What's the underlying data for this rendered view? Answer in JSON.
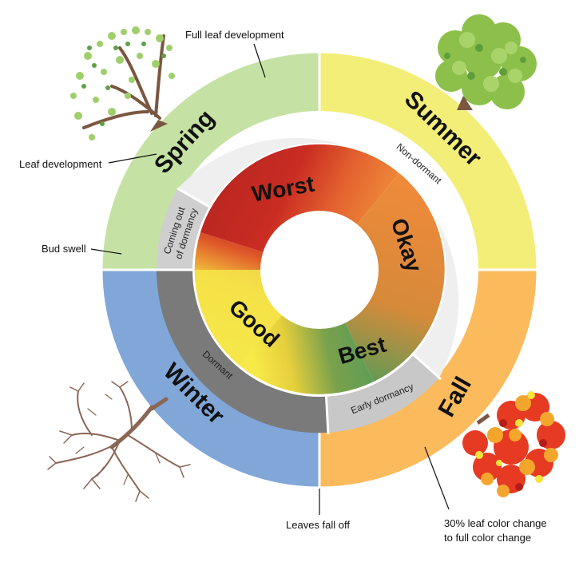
{
  "seasons": {
    "spring": "Spring",
    "summer": "Summer",
    "fall": "Fall",
    "winter": "Winter"
  },
  "dormancy_states": {
    "coming_out_line1": "Coming out",
    "coming_out_line2": "of dormancy",
    "non_dormant": "Non-dormant",
    "early_dormancy": "Early dormancy",
    "dormant": "Dormant"
  },
  "planting_quality": {
    "worst": "Worst",
    "okay": "Okay",
    "best": "Best",
    "good": "Good"
  },
  "annotations": {
    "full_leaf": "Full leaf development",
    "leaf_development": "Leaf development",
    "bud_swell": "Bud swell",
    "leaves_fall": "Leaves fall off",
    "color_change_line1": "30% leaf color change",
    "color_change_line2": "to full color change"
  },
  "colors": {
    "spring": "#c5e2a4",
    "summer": "#f3ee78",
    "fall": "#fbbb5c",
    "winter": "#81a7d8",
    "dormancy_light": "#efefef",
    "dormancy_grey": "#bdbdbd",
    "dormant_dark": "#7a7a7a",
    "worst": "#b8231f",
    "okay": "#ee8a38",
    "best": "#4d9a5e",
    "good": "#f5e84a"
  },
  "icons": [
    "spring-tree-icon",
    "summer-tree-icon",
    "fall-tree-icon",
    "winter-tree-icon"
  ]
}
